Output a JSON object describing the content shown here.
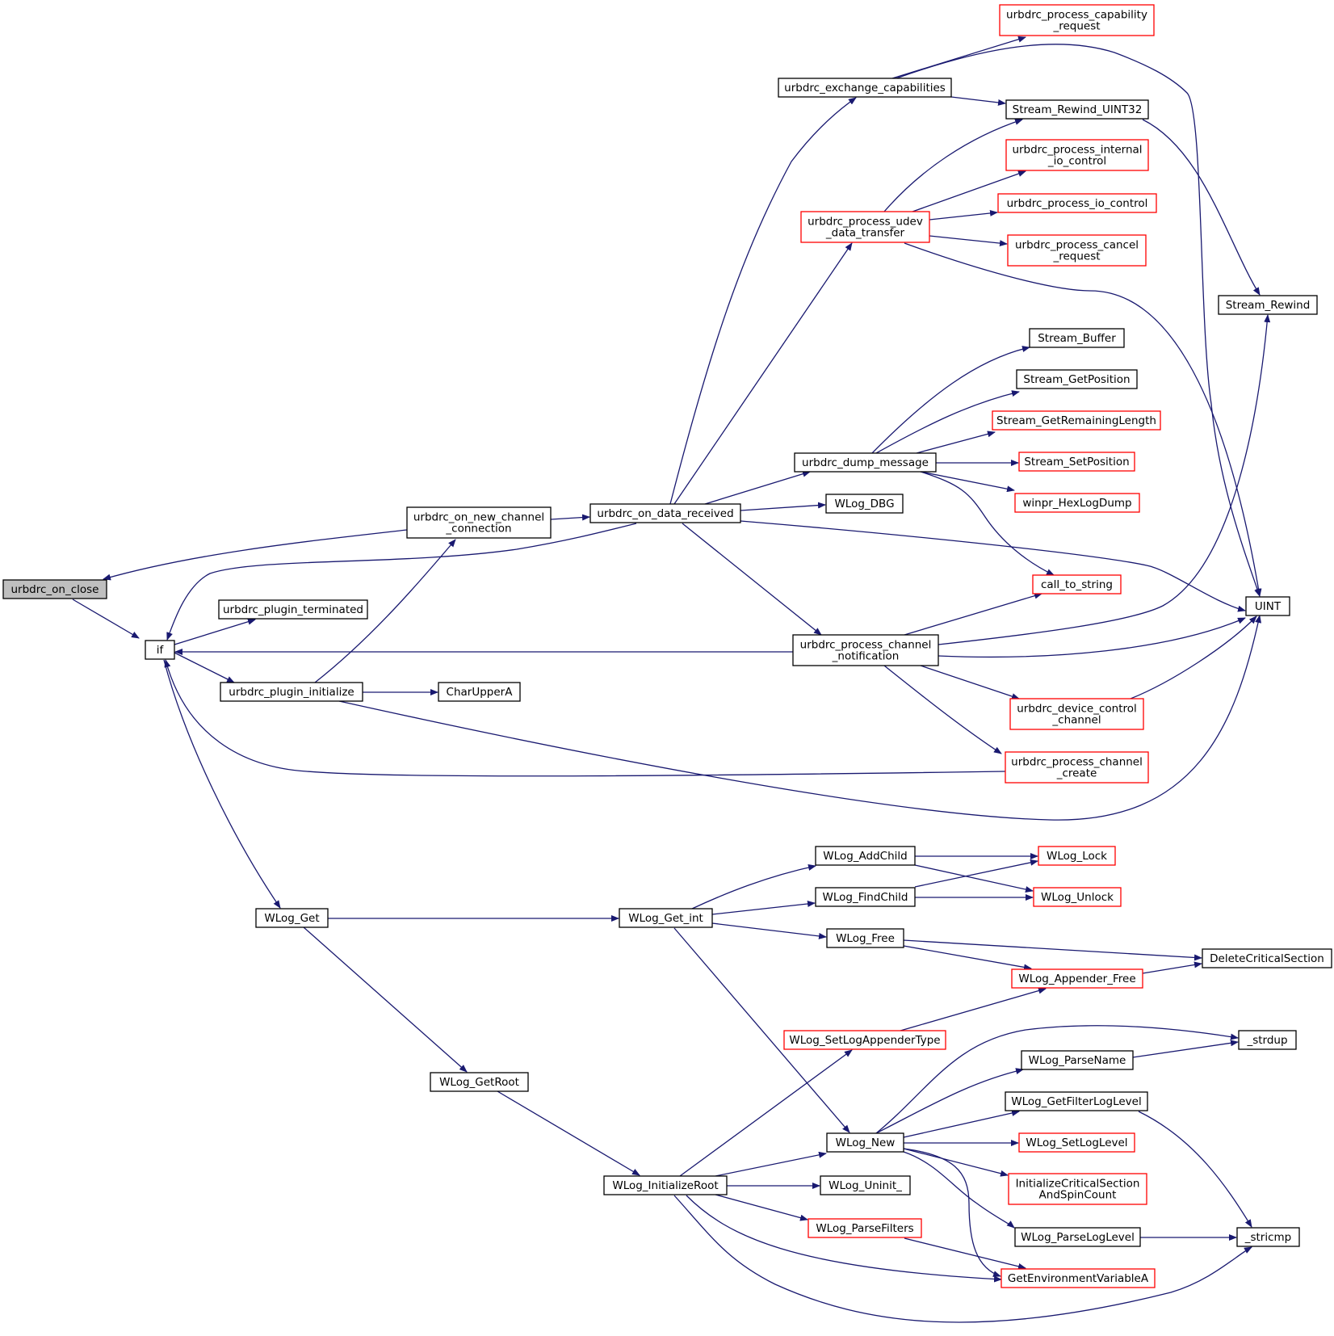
{
  "colors": {
    "edge": "#191970",
    "node_border": "#000000",
    "node_border_external": "#ff0000",
    "node_fill": "#ffffff",
    "root_fill": "#bfbfbf"
  },
  "nodes": [
    {
      "id": "urbdrc_on_close",
      "lines": [
        "urbdrc_on_close"
      ],
      "style": "root"
    },
    {
      "id": "if",
      "lines": [
        "if"
      ],
      "style": "normal"
    },
    {
      "id": "urbdrc_on_new_channel_connection",
      "lines": [
        "urbdrc_on_new_channel",
        "_connection"
      ],
      "style": "normal"
    },
    {
      "id": "urbdrc_plugin_terminated",
      "lines": [
        "urbdrc_plugin_terminated"
      ],
      "style": "normal"
    },
    {
      "id": "urbdrc_plugin_initialize",
      "lines": [
        "urbdrc_plugin_initialize"
      ],
      "style": "normal"
    },
    {
      "id": "CharUpperA",
      "lines": [
        "CharUpperA"
      ],
      "style": "normal"
    },
    {
      "id": "WLog_Get",
      "lines": [
        "WLog_Get"
      ],
      "style": "normal"
    },
    {
      "id": "WLog_GetRoot",
      "lines": [
        "WLog_GetRoot"
      ],
      "style": "normal"
    },
    {
      "id": "urbdrc_on_data_received",
      "lines": [
        "urbdrc_on_data_received"
      ],
      "style": "normal"
    },
    {
      "id": "WLog_Get_int",
      "lines": [
        "WLog_Get_int"
      ],
      "style": "normal"
    },
    {
      "id": "WLog_InitializeRoot",
      "lines": [
        "WLog_InitializeRoot"
      ],
      "style": "normal"
    },
    {
      "id": "urbdrc_exchange_capabilities",
      "lines": [
        "urbdrc_exchange_capabilities"
      ],
      "style": "normal"
    },
    {
      "id": "urbdrc_process_udev_data_transfer",
      "lines": [
        "urbdrc_process_udev",
        "_data_transfer"
      ],
      "style": "external"
    },
    {
      "id": "urbdrc_dump_message",
      "lines": [
        "urbdrc_dump_message"
      ],
      "style": "normal"
    },
    {
      "id": "WLog_DBG",
      "lines": [
        "WLog_DBG"
      ],
      "style": "normal"
    },
    {
      "id": "urbdrc_process_channel_notification",
      "lines": [
        "urbdrc_process_channel",
        "_notification"
      ],
      "style": "normal"
    },
    {
      "id": "WLog_AddChild",
      "lines": [
        "WLog_AddChild"
      ],
      "style": "normal"
    },
    {
      "id": "WLog_FindChild",
      "lines": [
        "WLog_FindChild"
      ],
      "style": "normal"
    },
    {
      "id": "WLog_Free",
      "lines": [
        "WLog_Free"
      ],
      "style": "normal"
    },
    {
      "id": "WLog_SetLogAppenderType",
      "lines": [
        "WLog_SetLogAppenderType"
      ],
      "style": "external"
    },
    {
      "id": "WLog_New",
      "lines": [
        "WLog_New"
      ],
      "style": "normal"
    },
    {
      "id": "WLog_Uninit_",
      "lines": [
        "WLog_Uninit_"
      ],
      "style": "normal"
    },
    {
      "id": "WLog_ParseFilters",
      "lines": [
        "WLog_ParseFilters"
      ],
      "style": "external"
    },
    {
      "id": "urbdrc_process_capability_request",
      "lines": [
        "urbdrc_process_capability",
        "_request"
      ],
      "style": "external"
    },
    {
      "id": "Stream_Rewind_UINT32",
      "lines": [
        "Stream_Rewind_UINT32"
      ],
      "style": "normal"
    },
    {
      "id": "urbdrc_process_internal_io_control",
      "lines": [
        "urbdrc_process_internal",
        "_io_control"
      ],
      "style": "external"
    },
    {
      "id": "urbdrc_process_io_control",
      "lines": [
        "urbdrc_process_io_control"
      ],
      "style": "external"
    },
    {
      "id": "urbdrc_process_cancel_request",
      "lines": [
        "urbdrc_process_cancel",
        "_request"
      ],
      "style": "external"
    },
    {
      "id": "Stream_Buffer",
      "lines": [
        "Stream_Buffer"
      ],
      "style": "normal"
    },
    {
      "id": "Stream_GetPosition",
      "lines": [
        "Stream_GetPosition"
      ],
      "style": "normal"
    },
    {
      "id": "Stream_GetRemainingLength",
      "lines": [
        "Stream_GetRemainingLength"
      ],
      "style": "external"
    },
    {
      "id": "Stream_SetPosition",
      "lines": [
        "Stream_SetPosition"
      ],
      "style": "external"
    },
    {
      "id": "winpr_HexLogDump",
      "lines": [
        "winpr_HexLogDump"
      ],
      "style": "external"
    },
    {
      "id": "call_to_string",
      "lines": [
        "call_to_string"
      ],
      "style": "external"
    },
    {
      "id": "urbdrc_device_control_channel",
      "lines": [
        "urbdrc_device_control",
        "_channel"
      ],
      "style": "external"
    },
    {
      "id": "urbdrc_process_channel_create",
      "lines": [
        "urbdrc_process_channel",
        "_create"
      ],
      "style": "external"
    },
    {
      "id": "WLog_Lock",
      "lines": [
        "WLog_Lock"
      ],
      "style": "external"
    },
    {
      "id": "WLog_Unlock",
      "lines": [
        "WLog_Unlock"
      ],
      "style": "external"
    },
    {
      "id": "WLog_Appender_Free",
      "lines": [
        "WLog_Appender_Free"
      ],
      "style": "external"
    },
    {
      "id": "WLog_ParseName",
      "lines": [
        "WLog_ParseName"
      ],
      "style": "normal"
    },
    {
      "id": "WLog_GetFilterLogLevel",
      "lines": [
        "WLog_GetFilterLogLevel"
      ],
      "style": "normal"
    },
    {
      "id": "WLog_SetLogLevel",
      "lines": [
        "WLog_SetLogLevel"
      ],
      "style": "external"
    },
    {
      "id": "InitializeCriticalSectionAndSpinCount",
      "lines": [
        "InitializeCriticalSection",
        "AndSpinCount"
      ],
      "style": "external"
    },
    {
      "id": "WLog_ParseLogLevel",
      "lines": [
        "WLog_ParseLogLevel"
      ],
      "style": "normal"
    },
    {
      "id": "GetEnvironmentVariableA",
      "lines": [
        "GetEnvironmentVariableA"
      ],
      "style": "external"
    },
    {
      "id": "Stream_Rewind",
      "lines": [
        "Stream_Rewind"
      ],
      "style": "normal"
    },
    {
      "id": "UINT",
      "lines": [
        "UINT"
      ],
      "style": "normal"
    },
    {
      "id": "DeleteCriticalSection",
      "lines": [
        "DeleteCriticalSection"
      ],
      "style": "normal"
    },
    {
      "id": "_strdup",
      "lines": [
        "_strdup"
      ],
      "style": "normal"
    },
    {
      "id": "_stricmp",
      "lines": [
        "_stricmp"
      ],
      "style": "normal"
    }
  ],
  "edges": [
    {
      "from": "urbdrc_on_close",
      "to": "if"
    },
    {
      "from": "urbdrc_on_new_channel_connection",
      "to": "urbdrc_on_close"
    },
    {
      "from": "if",
      "to": "urbdrc_plugin_terminated"
    },
    {
      "from": "if",
      "to": "urbdrc_plugin_initialize"
    },
    {
      "from": "if",
      "to": "WLog_Get"
    },
    {
      "from": "urbdrc_plugin_initialize",
      "to": "urbdrc_on_new_channel_connection"
    },
    {
      "from": "urbdrc_plugin_initialize",
      "to": "CharUpperA"
    },
    {
      "from": "urbdrc_plugin_initialize",
      "to": "UINT"
    },
    {
      "from": "urbdrc_on_new_channel_connection",
      "to": "urbdrc_on_data_received"
    },
    {
      "from": "urbdrc_on_data_received",
      "to": "if"
    },
    {
      "from": "urbdrc_on_data_received",
      "to": "urbdrc_exchange_capabilities"
    },
    {
      "from": "urbdrc_on_data_received",
      "to": "urbdrc_process_udev_data_transfer"
    },
    {
      "from": "urbdrc_on_data_received",
      "to": "urbdrc_dump_message"
    },
    {
      "from": "urbdrc_on_data_received",
      "to": "WLog_DBG"
    },
    {
      "from": "urbdrc_on_data_received",
      "to": "urbdrc_process_channel_notification"
    },
    {
      "from": "urbdrc_on_data_received",
      "to": "UINT"
    },
    {
      "from": "urbdrc_exchange_capabilities",
      "to": "urbdrc_process_capability_request"
    },
    {
      "from": "urbdrc_exchange_capabilities",
      "to": "Stream_Rewind_UINT32"
    },
    {
      "from": "urbdrc_exchange_capabilities",
      "to": "UINT"
    },
    {
      "from": "urbdrc_process_udev_data_transfer",
      "to": "Stream_Rewind_UINT32"
    },
    {
      "from": "urbdrc_process_udev_data_transfer",
      "to": "urbdrc_process_internal_io_control"
    },
    {
      "from": "urbdrc_process_udev_data_transfer",
      "to": "urbdrc_process_io_control"
    },
    {
      "from": "urbdrc_process_udev_data_transfer",
      "to": "urbdrc_process_cancel_request"
    },
    {
      "from": "urbdrc_process_udev_data_transfer",
      "to": "UINT"
    },
    {
      "from": "Stream_Rewind_UINT32",
      "to": "Stream_Rewind"
    },
    {
      "from": "urbdrc_dump_message",
      "to": "Stream_Buffer"
    },
    {
      "from": "urbdrc_dump_message",
      "to": "Stream_GetPosition"
    },
    {
      "from": "urbdrc_dump_message",
      "to": "Stream_GetRemainingLength"
    },
    {
      "from": "urbdrc_dump_message",
      "to": "Stream_SetPosition"
    },
    {
      "from": "urbdrc_dump_message",
      "to": "winpr_HexLogDump"
    },
    {
      "from": "urbdrc_dump_message",
      "to": "call_to_string"
    },
    {
      "from": "urbdrc_process_channel_notification",
      "to": "if"
    },
    {
      "from": "urbdrc_process_channel_notification",
      "to": "call_to_string"
    },
    {
      "from": "urbdrc_process_channel_notification",
      "to": "Stream_Rewind"
    },
    {
      "from": "urbdrc_process_channel_notification",
      "to": "UINT"
    },
    {
      "from": "urbdrc_process_channel_notification",
      "to": "urbdrc_device_control_channel"
    },
    {
      "from": "urbdrc_process_channel_notification",
      "to": "urbdrc_process_channel_create"
    },
    {
      "from": "urbdrc_device_control_channel",
      "to": "UINT"
    },
    {
      "from": "urbdrc_process_channel_create",
      "to": "if"
    },
    {
      "from": "WLog_Get",
      "to": "WLog_Get_int"
    },
    {
      "from": "WLog_Get",
      "to": "WLog_GetRoot"
    },
    {
      "from": "WLog_GetRoot",
      "to": "WLog_InitializeRoot"
    },
    {
      "from": "WLog_Get_int",
      "to": "WLog_AddChild"
    },
    {
      "from": "WLog_Get_int",
      "to": "WLog_FindChild"
    },
    {
      "from": "WLog_Get_int",
      "to": "WLog_Free"
    },
    {
      "from": "WLog_Get_int",
      "to": "WLog_New"
    },
    {
      "from": "WLog_AddChild",
      "to": "WLog_Lock"
    },
    {
      "from": "WLog_AddChild",
      "to": "WLog_Unlock"
    },
    {
      "from": "WLog_FindChild",
      "to": "WLog_Lock"
    },
    {
      "from": "WLog_FindChild",
      "to": "WLog_Unlock"
    },
    {
      "from": "WLog_Free",
      "to": "DeleteCriticalSection"
    },
    {
      "from": "WLog_Free",
      "to": "WLog_Appender_Free"
    },
    {
      "from": "WLog_Appender_Free",
      "to": "DeleteCriticalSection"
    },
    {
      "from": "WLog_SetLogAppenderType",
      "to": "WLog_Appender_Free"
    },
    {
      "from": "WLog_InitializeRoot",
      "to": "WLog_SetLogAppenderType"
    },
    {
      "from": "WLog_InitializeRoot",
      "to": "WLog_New"
    },
    {
      "from": "WLog_InitializeRoot",
      "to": "WLog_Uninit_"
    },
    {
      "from": "WLog_InitializeRoot",
      "to": "WLog_ParseFilters"
    },
    {
      "from": "WLog_InitializeRoot",
      "to": "GetEnvironmentVariableA"
    },
    {
      "from": "WLog_InitializeRoot",
      "to": "_stricmp"
    },
    {
      "from": "WLog_New",
      "to": "_strdup"
    },
    {
      "from": "WLog_New",
      "to": "WLog_ParseName"
    },
    {
      "from": "WLog_New",
      "to": "WLog_GetFilterLogLevel"
    },
    {
      "from": "WLog_New",
      "to": "WLog_SetLogLevel"
    },
    {
      "from": "WLog_New",
      "to": "InitializeCriticalSectionAndSpinCount"
    },
    {
      "from": "WLog_New",
      "to": "WLog_ParseLogLevel"
    },
    {
      "from": "WLog_New",
      "to": "GetEnvironmentVariableA"
    },
    {
      "from": "WLog_ParseName",
      "to": "_strdup"
    },
    {
      "from": "WLog_GetFilterLogLevel",
      "to": "_stricmp"
    },
    {
      "from": "WLog_ParseLogLevel",
      "to": "_stricmp"
    },
    {
      "from": "WLog_ParseFilters",
      "to": "GetEnvironmentVariableA"
    }
  ]
}
